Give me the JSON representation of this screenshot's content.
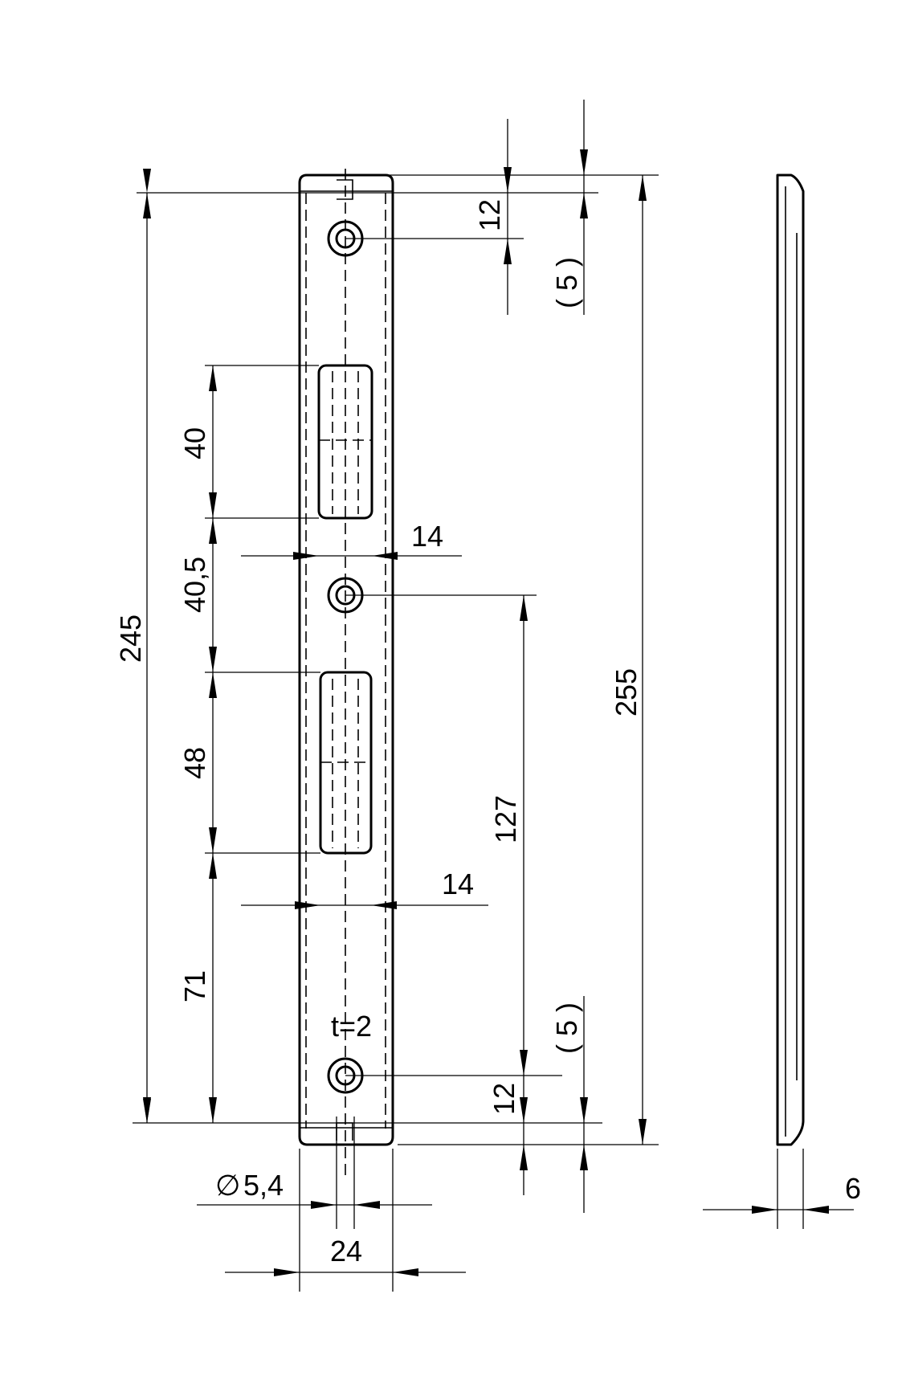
{
  "drawing": {
    "line_color": "#000000",
    "background": "#ffffff",
    "dimensions": {
      "overall_length_inner": "245",
      "overall_length_outer": "255",
      "top_hole_offset": "12",
      "top_offset_ref": "( 5 )",
      "upper_slot_height": "40",
      "slot_to_slot_gap": "40,5",
      "upper_slot_width": "14",
      "lower_slot_height": "48",
      "hole_spacing": "127",
      "lower_slot_width": "14",
      "bottom_offset": "71",
      "thickness_note": "t=2",
      "bottom_offset_ref": "( 5 )",
      "bottom_hole_offset": "12",
      "hole_diameter": "5,4",
      "diameter_symbol": "∅",
      "plate_width": "24",
      "side_depth": "6"
    }
  }
}
